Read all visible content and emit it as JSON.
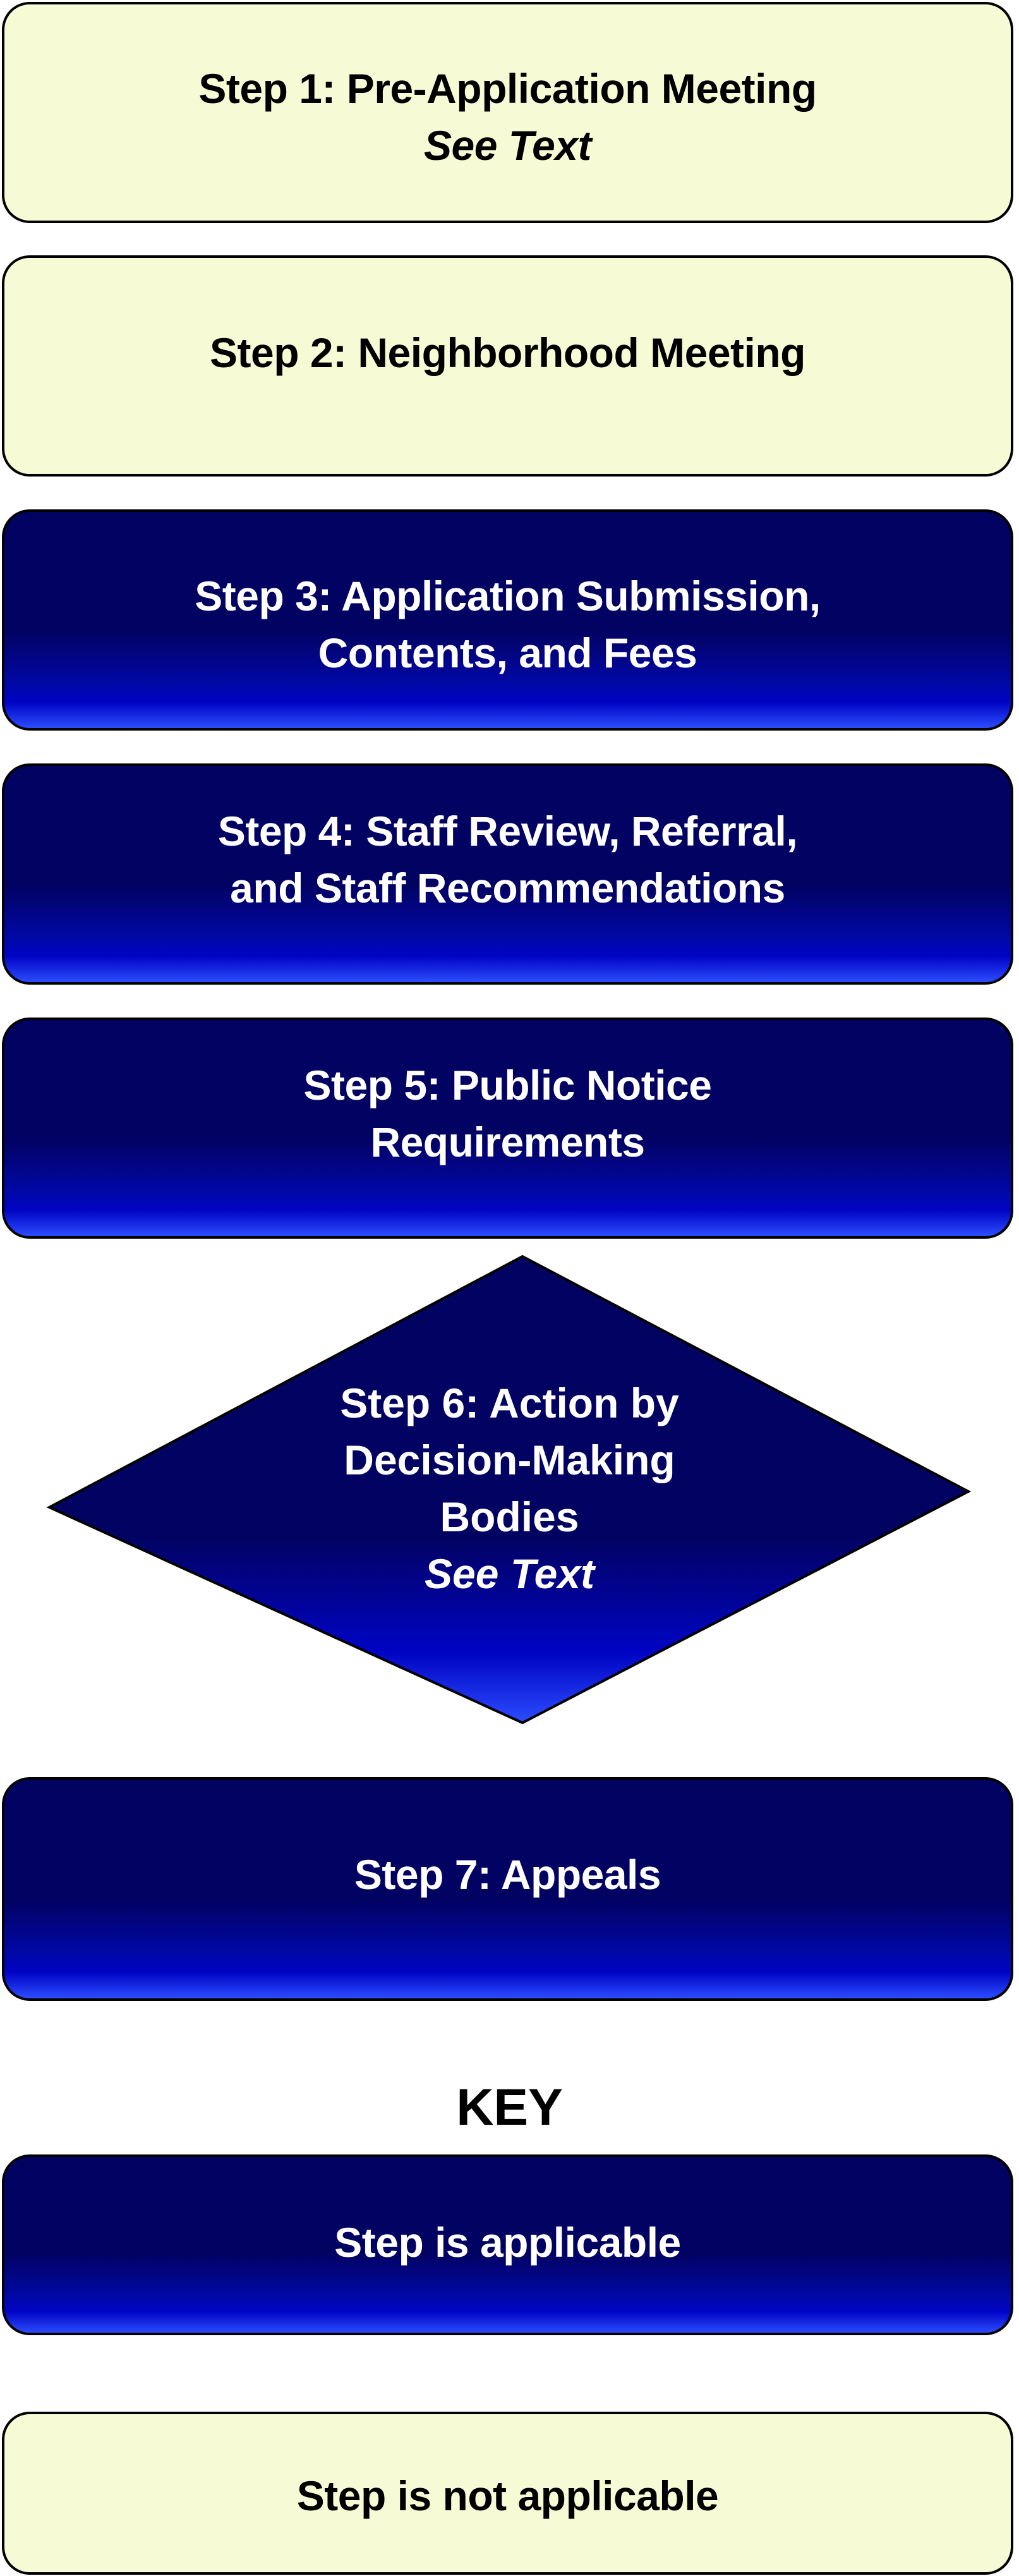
{
  "steps": [
    {
      "lines": [
        "Step 1: Pre-Application Meeting"
      ],
      "note": "See Text",
      "applicable": false,
      "shape": "rounded-rect"
    },
    {
      "lines": [
        "Step 2: Neighborhood Meeting"
      ],
      "note": "",
      "applicable": false,
      "shape": "rounded-rect"
    },
    {
      "lines": [
        "Step 3: Application Submission,",
        "Contents, and Fees"
      ],
      "note": "",
      "applicable": true,
      "shape": "rounded-rect"
    },
    {
      "lines": [
        "Step 4: Staff Review, Referral,",
        "and Staff Recommendations"
      ],
      "note": "",
      "applicable": true,
      "shape": "rounded-rect"
    },
    {
      "lines": [
        "Step 5: Public Notice",
        "Requirements"
      ],
      "note": "",
      "applicable": true,
      "shape": "rounded-rect"
    },
    {
      "lines": [
        "Step 6: Action by",
        "Decision-Making",
        "Bodies"
      ],
      "note": "See Text",
      "applicable": true,
      "shape": "diamond"
    },
    {
      "lines": [
        "Step 7: Appeals"
      ],
      "note": "",
      "applicable": true,
      "shape": "rounded-rect"
    }
  ],
  "key": {
    "title": "KEY",
    "applicable_label": "Step is applicable",
    "not_applicable_label": "Step is not applicable"
  },
  "colors": {
    "applicable_dark": "#020262",
    "applicable_light": "#2c4cff",
    "not_applicable": "#f7fbd5",
    "border": "#000000"
  }
}
